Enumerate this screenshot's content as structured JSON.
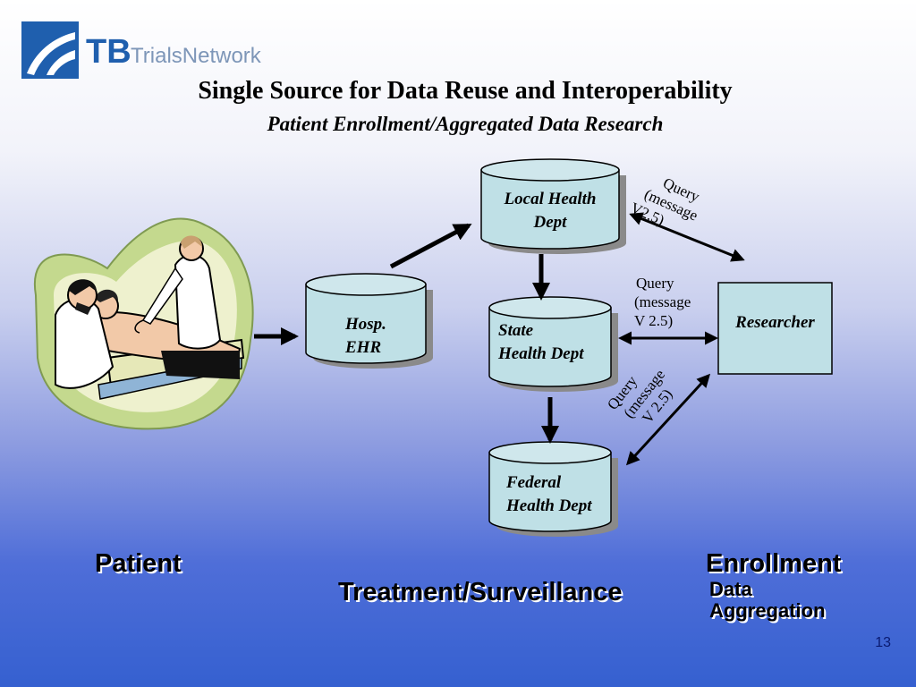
{
  "logo": {
    "initials": "TB",
    "wordmark": "TrialsNetwork"
  },
  "title": "Single Source for Data Reuse and Interoperability",
  "subtitle": "Patient Enrollment/Aggregated Data Research",
  "nodes": {
    "hosp_ehr": {
      "line1": "Hosp.",
      "line2": "EHR"
    },
    "local": {
      "line1": "Local Health",
      "line2": "Dept"
    },
    "state": {
      "line1": "State",
      "line2": "Health Dept"
    },
    "federal": {
      "line1": "Federal",
      "line2": "Health Dept"
    },
    "researcher": "Researcher"
  },
  "queries": {
    "local": {
      "line1": "Query",
      "line2": "(message",
      "line3": "V2.5)"
    },
    "state": {
      "line1": "Query",
      "line2": "(message",
      "line3": "V 2.5)"
    },
    "federal": {
      "line1": "Query",
      "line2": "(message",
      "line3": "V 2.5)"
    }
  },
  "labels": {
    "patient": "Patient",
    "treatment": "Treatment/Surveillance",
    "enrollment": "Enrollment",
    "data": "Data",
    "aggregation": "Aggregation"
  },
  "page_number": "13",
  "colors": {
    "cylinder_fill": "#bfe0e6",
    "logo_blue": "#1f5fae",
    "logo_gray": "#7d96b8"
  }
}
